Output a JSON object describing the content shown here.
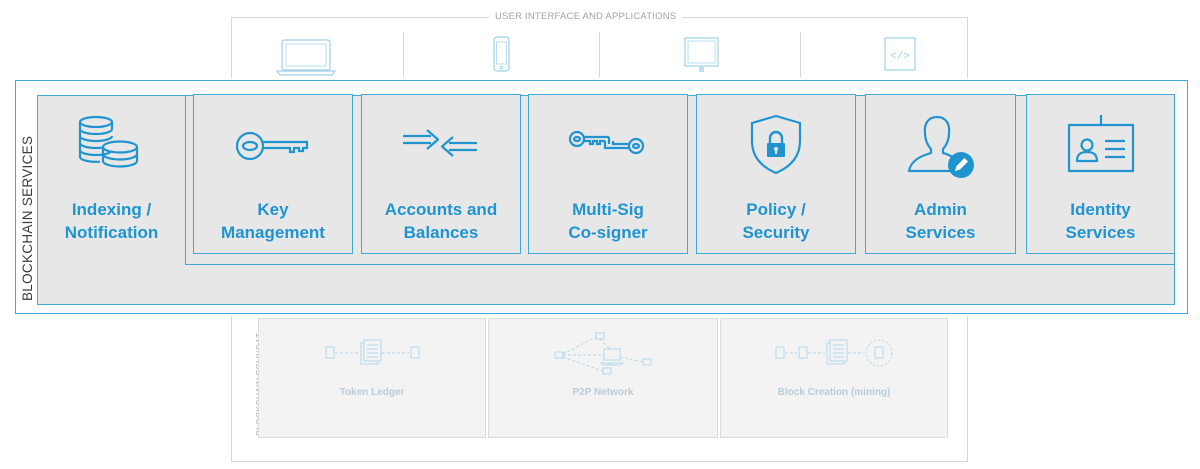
{
  "ui_panel": {
    "title": "USER INTERFACE AND APPLICATIONS",
    "icons": [
      "laptop-icon",
      "phone-icon",
      "kiosk-icon",
      "code-icon"
    ]
  },
  "blockchain_services": {
    "label": "BLOCKCHAIN SERVICES",
    "accent": "#1f94cf",
    "services": [
      {
        "label": "Indexing / Notification",
        "line1": "Indexing /",
        "line2": "Notification",
        "icon": "coins-stack-icon"
      },
      {
        "label": "Key Management",
        "line1": "Key",
        "line2": "Management",
        "icon": "key-icon"
      },
      {
        "label": "Accounts and Balances",
        "line1": "Accounts and",
        "line2": "Balances",
        "icon": "exchange-arrows-icon"
      },
      {
        "label": "Multi-Sig Co-signer",
        "line1": "Multi-Sig",
        "line2": "Co-signer",
        "icon": "multi-key-icon"
      },
      {
        "label": "Policy / Security",
        "line1": "Policy /",
        "line2": "Security",
        "icon": "shield-lock-icon"
      },
      {
        "label": "Admin Services",
        "line1": "Admin",
        "line2": "Services",
        "icon": "admin-user-icon"
      },
      {
        "label": "Identity Services",
        "line1": "Identity",
        "line2": "Services",
        "icon": "id-badge-icon"
      }
    ]
  },
  "blockchain_foundation": {
    "label": "BLOCKCHAIN FOUNDAT",
    "cards": [
      {
        "label": "Token Ledger",
        "icon": "ledger-icon"
      },
      {
        "label": "P2P Network",
        "icon": "network-icon"
      },
      {
        "label": "Block Creation (mining)",
        "icon": "mining-icon"
      }
    ]
  }
}
